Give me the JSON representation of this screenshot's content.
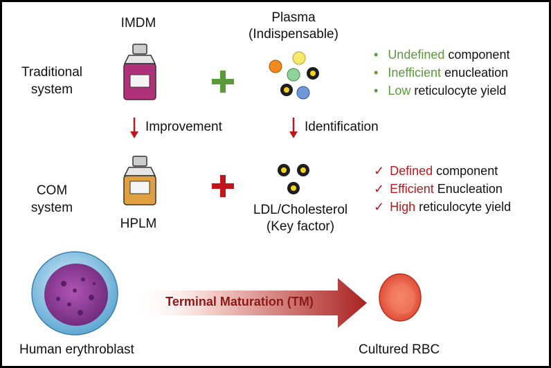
{
  "media": {
    "imdm_label": "IMDM",
    "hplm_label": "HPLM"
  },
  "plasma": {
    "line1": "Plasma",
    "line2": "(Indispensable)"
  },
  "ldl": {
    "line1": "LDL/Cholesterol",
    "line2": "(Key factor)"
  },
  "systems": {
    "traditional_line1": "Traditional",
    "traditional_line2": "system",
    "com_line1": "COM",
    "com_line2": "system"
  },
  "arrows": {
    "improvement": "Improvement",
    "identification": "Identification"
  },
  "traditional_points": [
    {
      "highlight": "Undefined",
      "rest": " component"
    },
    {
      "highlight": "Inefficient",
      "rest": " enucleation"
    },
    {
      "highlight": "Low",
      "rest": " reticulocyte yield"
    }
  ],
  "com_points": [
    {
      "highlight": "Defined",
      "rest": " component"
    },
    {
      "highlight": "Efficient",
      "rest": " Enucleation"
    },
    {
      "highlight": "High",
      "rest": " reticulocyte yield"
    }
  ],
  "bullet_symbol": "•",
  "check_symbol": "✓",
  "maturation": {
    "label": "Terminal Maturation (TM)",
    "source": "Human erythroblast",
    "target": "Cultured RBC"
  },
  "colors": {
    "green": "#5a9a3a",
    "red": "#c0161b",
    "imdm_fill": "#b0307a",
    "hplm_fill": "#e0a040",
    "arrow_dark": "#b22a2a"
  }
}
